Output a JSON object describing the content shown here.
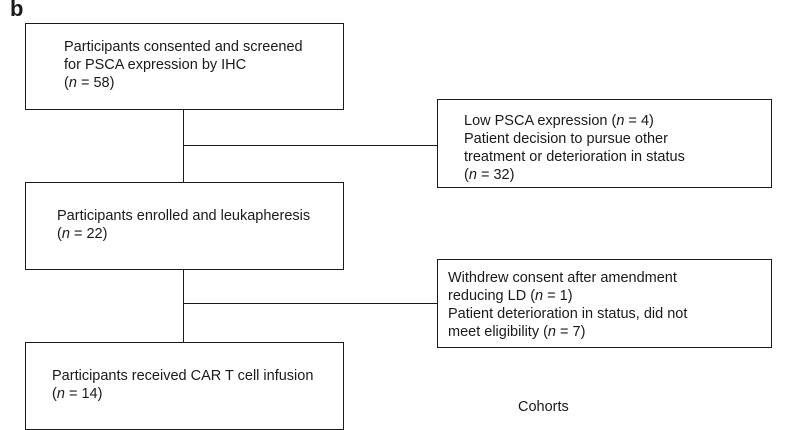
{
  "panel_label": "b",
  "boxes": {
    "screened": {
      "line1": "Participants consented and screened",
      "line2": "for PSCA expression by IHC",
      "count": "58"
    },
    "excluded_1": {
      "line1_text": "Low PSCA expression (",
      "line1_count": "4",
      "line2": "Patient decision to pursue other",
      "line3": "treatment or deterioration in status",
      "line4_count": "32"
    },
    "enrolled": {
      "line1": "Participants enrolled and leukapheresis",
      "count": "22"
    },
    "excluded_2": {
      "line1": "Withdrew consent after amendment",
      "line2_text": "reducing LD (",
      "line2_count": "1",
      "line3": "Patient deterioration in status, did not",
      "line4_text": "meet eligibility (",
      "line4_count": "7"
    },
    "infused": {
      "line1": "Participants received CAR T cell infusion",
      "count": "14"
    }
  },
  "n_symbol": "n",
  "equals": " = ",
  "cohorts_label": "Cohorts"
}
